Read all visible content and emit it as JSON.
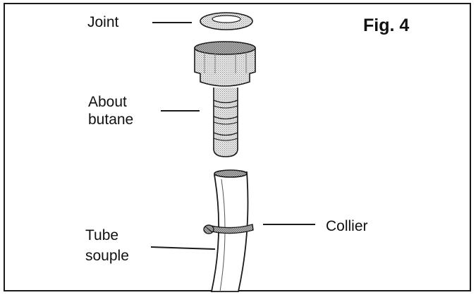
{
  "figure": {
    "title": "Fig. 4",
    "labels": {
      "joint": "Joint",
      "about_line1": "About",
      "about_line2": "butane",
      "collier": "Collier",
      "tube_line1": "Tube",
      "tube_line2": "souple"
    }
  },
  "colors": {
    "stroke": "#1a1a1a",
    "stipple": "#9a9a9a",
    "background": "#ffffff"
  }
}
